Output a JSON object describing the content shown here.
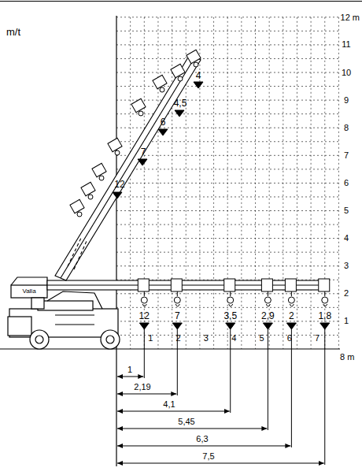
{
  "diagram": {
    "labels": [
      "m/t",
      "12 m",
      "11",
      "10",
      "9",
      "8",
      "7",
      "6",
      "5",
      "4",
      "3",
      "2",
      "1",
      "4",
      "4,5",
      "6",
      "7",
      "12",
      "Valla",
      "12",
      "7",
      "3,5",
      "2,9",
      "2",
      "1,8",
      "1",
      "2",
      "3",
      "4",
      "5",
      "6",
      "7",
      "8 m",
      "1",
      "2,19",
      "4,1",
      "5,45",
      "6,3",
      "7,5"
    ]
  }
}
